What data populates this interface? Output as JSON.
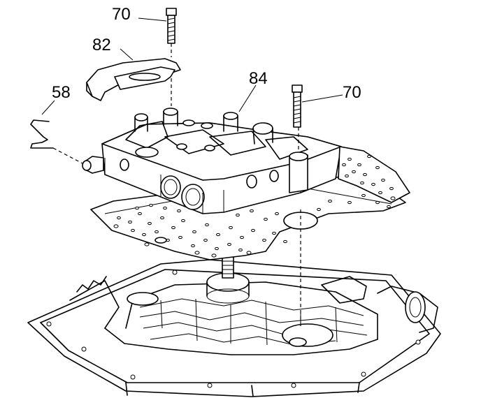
{
  "callouts": [
    {
      "id": "bolt-top",
      "text": "70"
    },
    {
      "id": "bracket",
      "text": "82"
    },
    {
      "id": "wire",
      "text": "58"
    },
    {
      "id": "valve-body",
      "text": "84"
    },
    {
      "id": "bolt-right",
      "text": "70"
    }
  ]
}
